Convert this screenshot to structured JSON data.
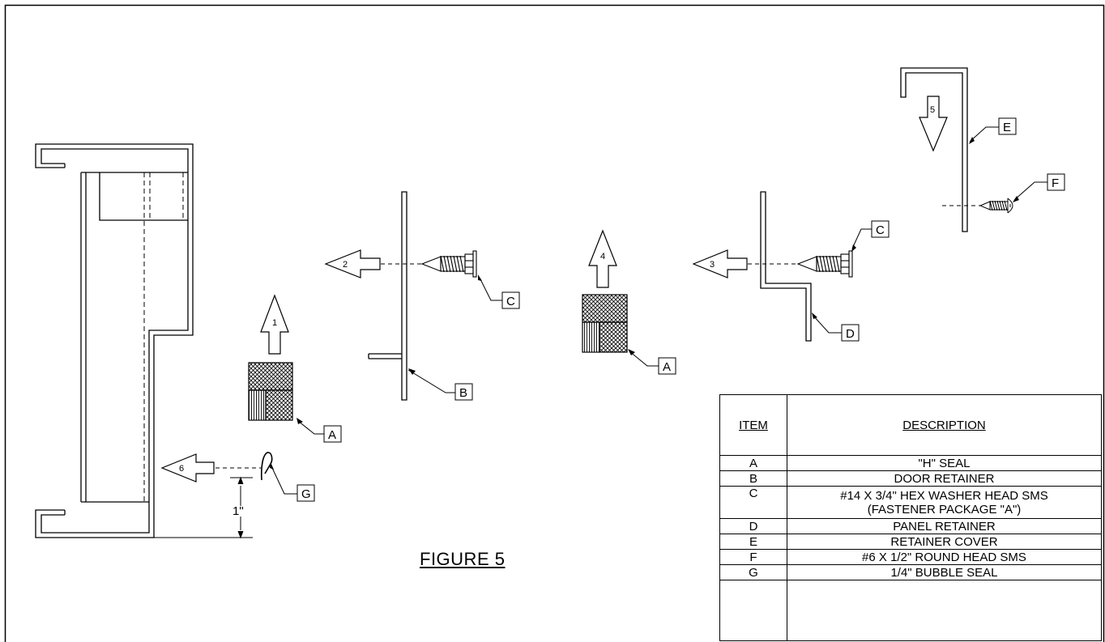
{
  "figure": {
    "title": "FIGURE 5"
  },
  "callouts": {
    "a1": "A",
    "a2": "A",
    "b": "B",
    "c1": "C",
    "c2": "C",
    "d": "D",
    "e": "E",
    "f": "F",
    "g": "G"
  },
  "steps": {
    "s1": "1",
    "s2": "2",
    "s3": "3",
    "s4": "4",
    "s5": "5",
    "s6": "6"
  },
  "dimension": {
    "label": "1\""
  },
  "table": {
    "headers": {
      "item": "ITEM",
      "description": "DESCRIPTION"
    },
    "rows": [
      {
        "item": "A",
        "description": "\"H\" SEAL"
      },
      {
        "item": "B",
        "description": "DOOR RETAINER"
      },
      {
        "item": "C",
        "description": "#14 X 3/4\" HEX WASHER HEAD SMS",
        "description_2": "(FASTENER PACKAGE \"A\")"
      },
      {
        "item": "D",
        "description": "PANEL RETAINER"
      },
      {
        "item": "E",
        "description": "RETAINER COVER"
      },
      {
        "item": "F",
        "description": "#6 X 1/2\" ROUND HEAD SMS"
      },
      {
        "item": "G",
        "description": "1/4\" BUBBLE SEAL"
      },
      {
        "item": "",
        "description": ""
      }
    ]
  }
}
